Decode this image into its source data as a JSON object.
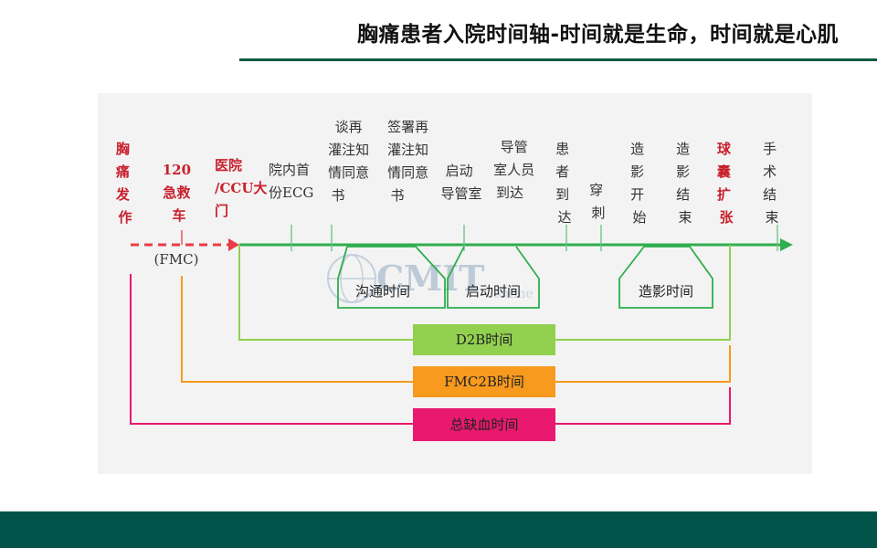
{
  "slide": {
    "title": "胸痛患者入院时间轴-时间就是生命，时间就是心肌"
  },
  "colors": {
    "axis": "#2fae4d",
    "dashed": "#e83c46",
    "d2b": "#92d050",
    "fmc2b": "#f79a1e",
    "ischemia": "#e8196e",
    "accent_text": "#c8202c",
    "title_rule": "#0b5a44",
    "footer": "#02544a"
  },
  "diagram": {
    "events": [
      {
        "id": "onset",
        "lines": [
          "胸",
          "痛",
          "发",
          "作"
        ],
        "emphasis": true
      },
      {
        "id": "ems",
        "lines": [
          "120",
          "急救",
          "车"
        ],
        "emphasis": true
      },
      {
        "id": "door",
        "lines": [
          "医院",
          "/CCU大",
          "门"
        ],
        "emphasis": true
      },
      {
        "id": "ecg",
        "lines": [
          "院内首",
          "份ECG"
        ],
        "emphasis": false
      },
      {
        "id": "talk",
        "lines": [
          "谈再",
          "灌注知",
          "情同意",
          "书"
        ],
        "emphasis": false
      },
      {
        "id": "sign",
        "lines": [
          "签署再",
          "灌注知",
          "情同意",
          "书"
        ],
        "emphasis": false
      },
      {
        "id": "activate",
        "lines": [
          "启动",
          "导管室"
        ],
        "emphasis": false
      },
      {
        "id": "staff",
        "lines": [
          "导管",
          "室人员",
          "到达"
        ],
        "emphasis": false
      },
      {
        "id": "patient",
        "lines": [
          "患",
          "者",
          "到",
          "达"
        ],
        "emphasis": false
      },
      {
        "id": "puncture",
        "lines": [
          "穿",
          "刺"
        ],
        "emphasis": false
      },
      {
        "id": "angio_start",
        "lines": [
          "造",
          "影",
          "开",
          "始"
        ],
        "emphasis": false
      },
      {
        "id": "angio_end",
        "lines": [
          "造",
          "影",
          "结",
          "束"
        ],
        "emphasis": false
      },
      {
        "id": "balloon",
        "lines": [
          "球",
          "囊",
          "扩",
          "张"
        ],
        "emphasis": true
      },
      {
        "id": "surgery_end",
        "lines": [
          "手",
          "术",
          "结",
          "束"
        ],
        "emphasis": false
      }
    ],
    "fmc_label": "(FMC)",
    "interval_boxes": {
      "communication": "沟通时间",
      "activation": "启动时间",
      "angiography": "造影时间"
    },
    "bars": {
      "d2b": "D2B时间",
      "fmc2b": "FMC2B时间",
      "ischemia": "总缺血时间"
    },
    "watermark": {
      "main": "CMIT",
      "sub": "online"
    }
  }
}
